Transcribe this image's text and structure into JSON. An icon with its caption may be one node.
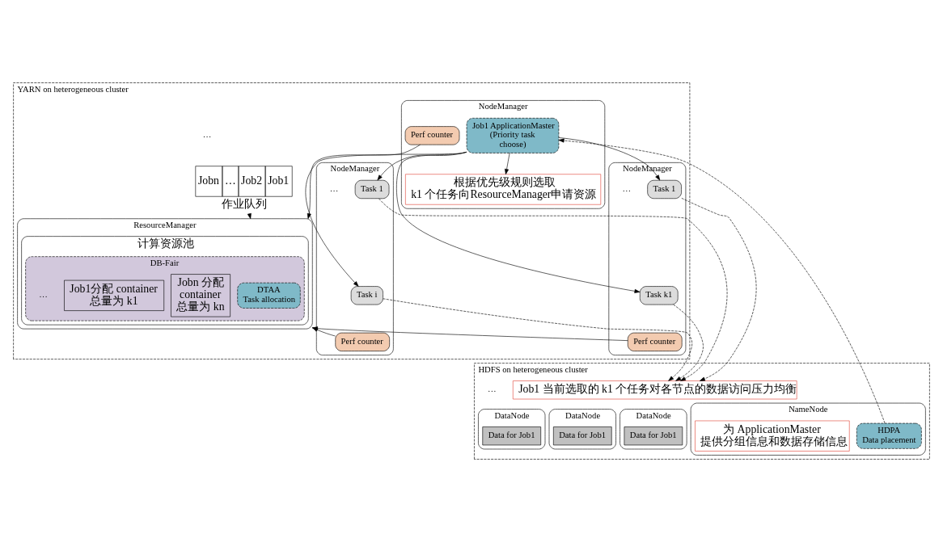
{
  "diagram": {
    "nodes": [
      {
        "text": [
          "YARN on heterogeneous cluster"
        ]
      },
      {
        "text": [
          "Jobn",
          "…",
          "Job2",
          "Job1"
        ],
        "in": 0,
        "beside": [
          "作业队列"
        ]
      },
      {
        "text": [
          "ResourceManager"
        ],
        "in": 0
      },
      {
        "text": [
          "计算资源池"
        ],
        "in": 2
      },
      {
        "text": [
          "DB-Fair"
        ],
        "in": 3
      },
      {
        "text": [
          "DTAA",
          "Task allocation"
        ],
        "in": 4
      },
      {
        "text": [
          "Jobn 分配 container 总量为 kn"
        ],
        "in": 4
      },
      {
        "text": [
          "Job1分配 container 总量为 k1"
        ],
        "in": 4
      },
      {
        "text": [
          "NodeManager"
        ],
        "in": 0
      },
      {
        "text": [
          "根据优先级规则选取 k1 个任务向ResourceManager申请资源"
        ],
        "in": 8
      },
      {
        "text": [
          "Perf counter"
        ],
        "in": 8
      },
      {
        "text": [
          "Job1 ApplicationMaster (Priority task choose)"
        ],
        "in": 8
      },
      {
        "text": [
          "NodeManager"
        ],
        "in": 0
      },
      {
        "text": [
          "Task 1"
        ],
        "in": 12
      },
      {
        "text": [
          "Task i"
        ],
        "in": 12
      },
      {
        "text": [
          "Perf counter"
        ],
        "in": 12
      },
      {
        "text": [
          "NodeManager"
        ],
        "in": 0
      },
      {
        "text": [
          "Task 1"
        ],
        "in": 16
      },
      {
        "text": [
          "Task k1"
        ],
        "in": 16
      },
      {
        "text": [
          "Perf counter"
        ],
        "in": 16
      },
      {
        "text": [
          "HDFS on heterogeneous cluster"
        ]
      },
      {
        "text": [
          "Job1 当前选取的 k1 个任务对各节点的数据访问压力均衡"
        ],
        "in": 20
      },
      {
        "text": [
          "DataNode"
        ],
        "in": 20
      },
      {
        "text": [
          "Data for Job1"
        ],
        "in": 22
      },
      {
        "text": [
          "DataNode"
        ],
        "in": 20
      },
      {
        "text": [
          "Data for Job1"
        ],
        "in": 24
      },
      {
        "text": [
          "DataNode"
        ],
        "in": 20
      },
      {
        "text": [
          "Data for Job1"
        ],
        "in": 26
      },
      {
        "text": [
          "NameNode"
        ],
        "in": 20
      },
      {
        "text": [
          "HDPA",
          "Data placement"
        ],
        "in": 28
      },
      {
        "text": [
          "为 ApplicationMaster 提供分组信息和数据存储信息"
        ],
        "in": 28
      }
    ],
    "edges": [
      {
        "from": 1,
        "to": 2,
        "arrow": "to"
      },
      {
        "from": 10,
        "to": 2,
        "arrow": "to"
      },
      {
        "from": 15,
        "to": 2,
        "arrow": "to"
      },
      {
        "from": 19,
        "to": 2,
        "arrow": "to"
      },
      {
        "from": 11,
        "to": 9,
        "arrow": "to"
      },
      {
        "from": 11,
        "to": 13,
        "arrow": "to"
      },
      {
        "from": 11,
        "to": 14,
        "arrow": "to"
      },
      {
        "from": 11,
        "to": 17,
        "arrow": "to"
      },
      {
        "from": 11,
        "to": 18,
        "arrow": "to"
      },
      {
        "from": 13,
        "to": 21,
        "arrow": "to",
        "style": "dashed"
      },
      {
        "from": 14,
        "to": 21,
        "arrow": "to",
        "style": "dashed"
      },
      {
        "from": 17,
        "to": 21,
        "arrow": "to",
        "style": "dashed"
      },
      {
        "from": 18,
        "to": 21,
        "arrow": "to",
        "style": "dashed"
      },
      {
        "from": 29,
        "to": 11,
        "arrow": "to",
        "style": "dashed"
      }
    ],
    "labels": [
      "…",
      "…",
      "…",
      "…",
      "…"
    ]
  }
}
